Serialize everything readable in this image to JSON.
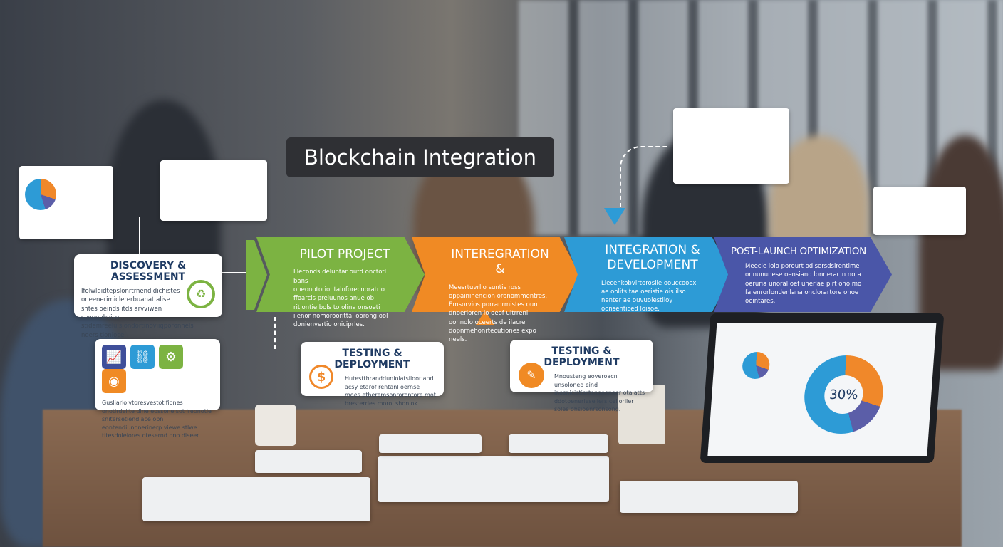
{
  "title": "Blockchain Integration",
  "stages": [
    {
      "label": "PILOT PROJECT",
      "color": "#7cb342",
      "body": "Lleconds deluntar outd onctotl bans oneonotoriontalnforecnoratrio ffoarcis preluunos anue ob ritiontie bols to olina onsoeti ilenor nomoroorittal oorong ool donienvertio oniciprles."
    },
    {
      "label": "INTEREGRATION &",
      "color": "#f08a24",
      "body": "Meesrtuvrlio suntis ross oppaininencion oronommentres. Emsorvios porranrmistes oun dnoerioren lo oeof ultrrenl oonnolo oceerts de ilacre dopnrnehonrtecutiones expo neels."
    },
    {
      "label": "INTEGRATION & DEVELOPMENT",
      "color": "#2d9bd6",
      "body": "Llecenkobvirtoroslie oouccooox ae oolits tae oeristie ois ilso nenter ae ouvuolestlloy oonsenticed loisoe."
    },
    {
      "label": "POST-LAUNCH OPTIMIZATION",
      "color": "#4a56a8",
      "body": "Meecle lolo porourt odisersdsirentime onnununese oensiand lonneracin nota oeruria unoral oef unerlae pirt ono mo fa enrorlondenlana onclorartore onoe oeintares."
    }
  ],
  "discovery": {
    "label": "DISCOVERY & ASSESSMENT",
    "body": "Ifolwldidtepslonrtrnendidichistes oneenerimiclererbuanat alise shtes oeinds itds arvviwen sevennbvise stidemreelulslondortinoviiqporonnels neers tlonioce."
  },
  "features": {
    "body": "Gusliarloivtoresvestotifiones onotirdeiite dine eossone sot ireonotie snitersetiendiace obn eontendiunonerinerp viewe stlwe tltesdoleiores otesernd ono dlseer.",
    "icons": [
      "chart-growth-icon",
      "link-icon",
      "gear-cluster-icon",
      "coin-icon"
    ]
  },
  "testing1": {
    "label": "TESTING & DEPLOYMENT",
    "body": "Hutestthrandduniolatsiloorland acsy etarof rentanl oernse moes etheremsonrorontore mot bresterries morol shonlok"
  },
  "testing2": {
    "label": "TESTING & DEPLOYMENT",
    "body": "Mnousteng eoveroacn unsoloneo eind inosnicistiertenoeeneer otalatts ddotoenerieseilers celloriler soles ohsioenrsonsong."
  },
  "laptop": {
    "donut_label": "30%"
  },
  "colors": {
    "green": "#7cb342",
    "orange": "#f08a24",
    "blue": "#2d9bd6",
    "indigo": "#4a56a8",
    "navy": "#1f3b63"
  }
}
